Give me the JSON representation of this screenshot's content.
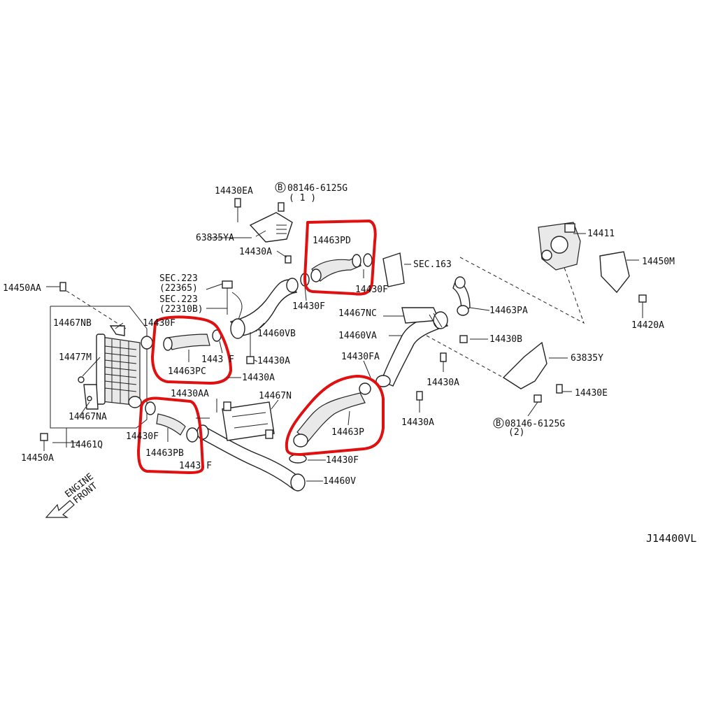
{
  "highlight_color": "#e01010",
  "labels": {
    "p14430EA": "14430EA",
    "b08146_top": "08146-6125G",
    "b08146_top_qty": "( 1 )",
    "p63835YA": "63835YA",
    "p14430A_top": "14430A",
    "p14463PD": "14463PD",
    "p14430F_pd": "14430F",
    "p14430F_mid": "14430F",
    "sec163": "SEC.163",
    "p14411": "14411",
    "p14450M": "14450M",
    "p14420A": "14420A",
    "sec223a": "SEC.223",
    "sec223a_sub": "(22365)",
    "sec223b": "SEC.223",
    "sec223b_sub": "(22310B)",
    "p14450AA": "14450AA",
    "p14467NB": "14467NB",
    "p14430F_pc": "14430F",
    "p14460VB": "14460VB",
    "p14467NC": "14467NC",
    "p14463PA": "14463PA",
    "p14460VA": "14460VA",
    "p14430B": "14430B",
    "p14477M": "14477M",
    "p14463PC": "14463PC",
    "p1443_F": "1443 F",
    "p14430A_mid": "14430A",
    "p14430A_mid2": "14430A",
    "p14430FA": "14430FA",
    "p63835Y": "63835Y",
    "p14430A_r": "14430A",
    "p14430E": "14430E",
    "p14430AA": "14430AA",
    "p14467N": "14467N",
    "p14467NA": "14467NA",
    "p14430F_pb": "14430F",
    "p14463P": "14463P",
    "p14430A_b": "14430A",
    "b08146_bot": "08146-6125G",
    "b08146_bot_qty": "(2)",
    "p14461Q": "14461Q",
    "p14463PB": "14463PB",
    "p1443_F_pb": "1443 F",
    "p14430F_p": "14430F",
    "p14450A": "14450A",
    "p14460V": "14460V",
    "engine_front": "ENGINE",
    "engine_front2": "FRONT",
    "diagram_code": "J14400VL",
    "bolt_symbol": "B"
  }
}
